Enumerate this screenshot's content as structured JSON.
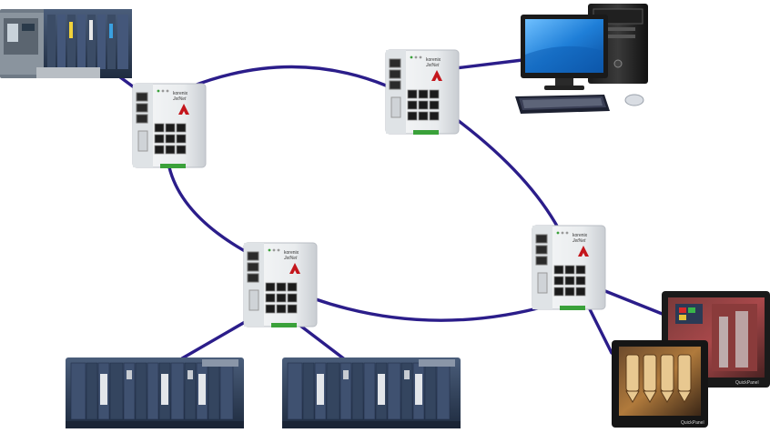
{
  "diagram": {
    "colors": {
      "link": "#2b1d8a",
      "switch_body": "#eef0f2",
      "switch_edge": "#b9bec4",
      "rack": "#2d3e57",
      "rack_light": "#5c6f8c",
      "monitor_screen": "#1f7fd8",
      "accent_red": "#c4161c",
      "status_green": "#3aa13a"
    },
    "switch_labels": {
      "brand": "korenix",
      "series": "JetNet"
    },
    "hmi_labels": {
      "brand": "QuickPanel"
    },
    "nodes": [
      {
        "name": "ring-switch",
        "count": 4
      },
      {
        "name": "plc-rack",
        "count": 3
      },
      {
        "name": "workstation-pc",
        "count": 1
      },
      {
        "name": "hmi-panel",
        "count": 2
      }
    ],
    "links": [
      {
        "from": "switch-top-left",
        "to": "switch-top-right",
        "type": "ring"
      },
      {
        "from": "switch-top-right",
        "to": "switch-bottom-right",
        "type": "ring"
      },
      {
        "from": "switch-bottom-right",
        "to": "switch-bottom-left",
        "type": "ring"
      },
      {
        "from": "switch-bottom-left",
        "to": "switch-top-left",
        "type": "ring"
      },
      {
        "from": "switch-top-left",
        "to": "plc-rack-top",
        "type": "drop"
      },
      {
        "from": "switch-top-right",
        "to": "workstation-pc",
        "type": "drop"
      },
      {
        "from": "switch-bottom-left",
        "to": "plc-rack-bottom-left",
        "type": "drop"
      },
      {
        "from": "switch-bottom-left",
        "to": "plc-rack-bottom-right",
        "type": "drop"
      },
      {
        "from": "switch-bottom-right",
        "to": "hmi-panel-back",
        "type": "drop"
      },
      {
        "from": "switch-bottom-right",
        "to": "hmi-panel-front",
        "type": "drop"
      }
    ]
  }
}
